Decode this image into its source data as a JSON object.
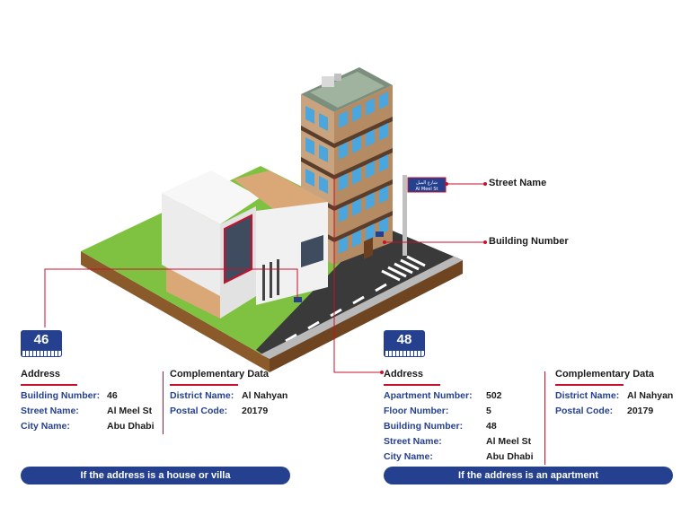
{
  "callouts": {
    "street_name": "Street Name",
    "building_number": "Building Number"
  },
  "street_sign": {
    "arabic": "شارع الميل",
    "latin": "Al Meel St"
  },
  "house": {
    "plate_number": "46",
    "address_title": "Address",
    "address_rows": [
      {
        "label": "Building Number:",
        "value": "46"
      },
      {
        "label": "Street Name:",
        "value": "Al Meel St"
      },
      {
        "label": "City Name:",
        "value": "Abu Dhabi"
      }
    ],
    "complementary_title": "Complementary Data",
    "complementary_rows": [
      {
        "label": "District Name:",
        "value": "Al Nahyan"
      },
      {
        "label": "Postal Code:",
        "value": "20179"
      }
    ],
    "banner": "If the address is a house or villa"
  },
  "apartment": {
    "plate_number": "48",
    "address_title": "Address",
    "address_rows": [
      {
        "label": "Apartment Number:",
        "value": "502"
      },
      {
        "label": "Floor Number:",
        "value": "5"
      },
      {
        "label": "Building Number:",
        "value": "48"
      },
      {
        "label": "Street Name:",
        "value": "Al Meel St"
      },
      {
        "label": "City Name:",
        "value": "Abu Dhabi"
      }
    ],
    "complementary_title": "Complementary Data",
    "complementary_rows": [
      {
        "label": "District Name:",
        "value": "Al Nahyan"
      },
      {
        "label": "Postal Code:",
        "value": "20179"
      }
    ],
    "banner": "If the address is an apartment"
  },
  "colors": {
    "accent_blue": "#25408f",
    "accent_red": "#c8102e",
    "grass": "#7fc241",
    "road": "#3a3a3a",
    "tower": "#c9a27e",
    "window": "#4aa6dc"
  }
}
